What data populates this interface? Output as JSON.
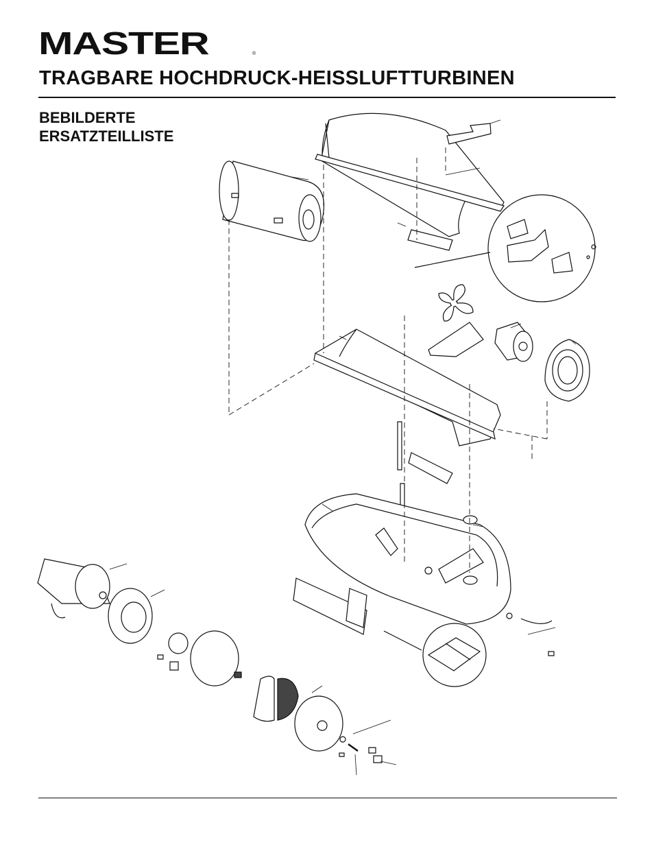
{
  "brand": {
    "logo_text": "MASTER",
    "registered_mark": "®"
  },
  "header": {
    "title": "TRAGBARE HOCHDRUCK-HEISSLUFTTURBINEN"
  },
  "section": {
    "subtitle_line1": "BEBILDERTE",
    "subtitle_line2": "ERSATZTEILLISTE"
  },
  "diagram": {
    "type": "exploded parts view",
    "line_color": "#111111",
    "fill_color": "#ffffff",
    "shade_color": "#444444"
  }
}
